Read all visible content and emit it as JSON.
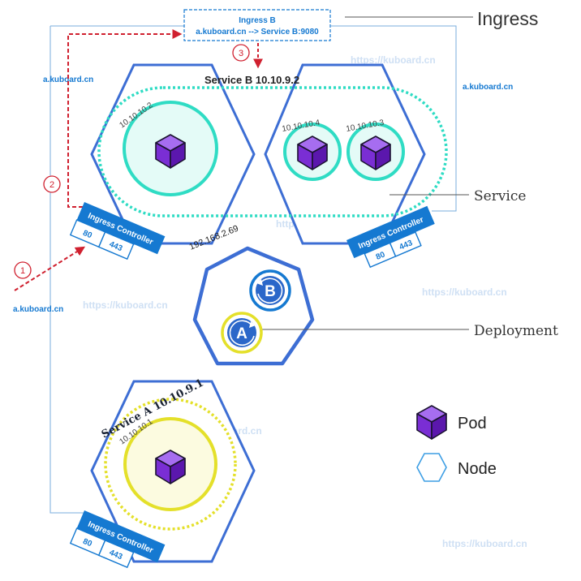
{
  "ingress_box": {
    "title": "Ingress B",
    "rule": "a.kuboard.cn --> Service B:9080"
  },
  "callouts": {
    "ingress": "Ingress",
    "service": "Service",
    "deployment": "Deployment"
  },
  "domains": {
    "top_left": "a.kuboard.cn",
    "top_right": "a.kuboard.cn",
    "client": "a.kuboard.cn"
  },
  "steps": {
    "one": "1",
    "two": "2",
    "three": "3"
  },
  "service_b": {
    "label": "Service B 10.10.9.2"
  },
  "service_a": {
    "label": "Service A  10.10.9.1"
  },
  "pods": {
    "pod_1": "10.10.10.1",
    "pod_2": "10.10.10.2",
    "pod_3": "10.10.10.3",
    "pod_4": "10.10.10.4"
  },
  "node_ip": "192.168.2.69",
  "ingress_controllers": [
    {
      "title": "Ingress Controller",
      "port_http": "80",
      "port_https": "443"
    },
    {
      "title": "Ingress Controller",
      "port_http": "80",
      "port_https": "443"
    },
    {
      "title": "Ingress Controller",
      "port_http": "80",
      "port_https": "443"
    }
  ],
  "deployment_badges": {
    "a": "A",
    "b": "B"
  },
  "legend": {
    "pod": "Pod",
    "node": "Node"
  },
  "watermarks": [
    "https://kuboard.cn",
    "https://kuboard.cn",
    "https://kuboard.cn",
    "https://kuboard.cn",
    "https://kuboard.cn",
    "https://kuboard.cn"
  ],
  "colors": {
    "node_border": "#3d6ed4",
    "ingress_blue": "#1579d1",
    "route_red": "#d0202f",
    "service_b_ring": "#2fdcc4",
    "service_a_ring": "#e4e02a",
    "pod_purple": "#7a2ed4",
    "text_dark": "#222222"
  }
}
